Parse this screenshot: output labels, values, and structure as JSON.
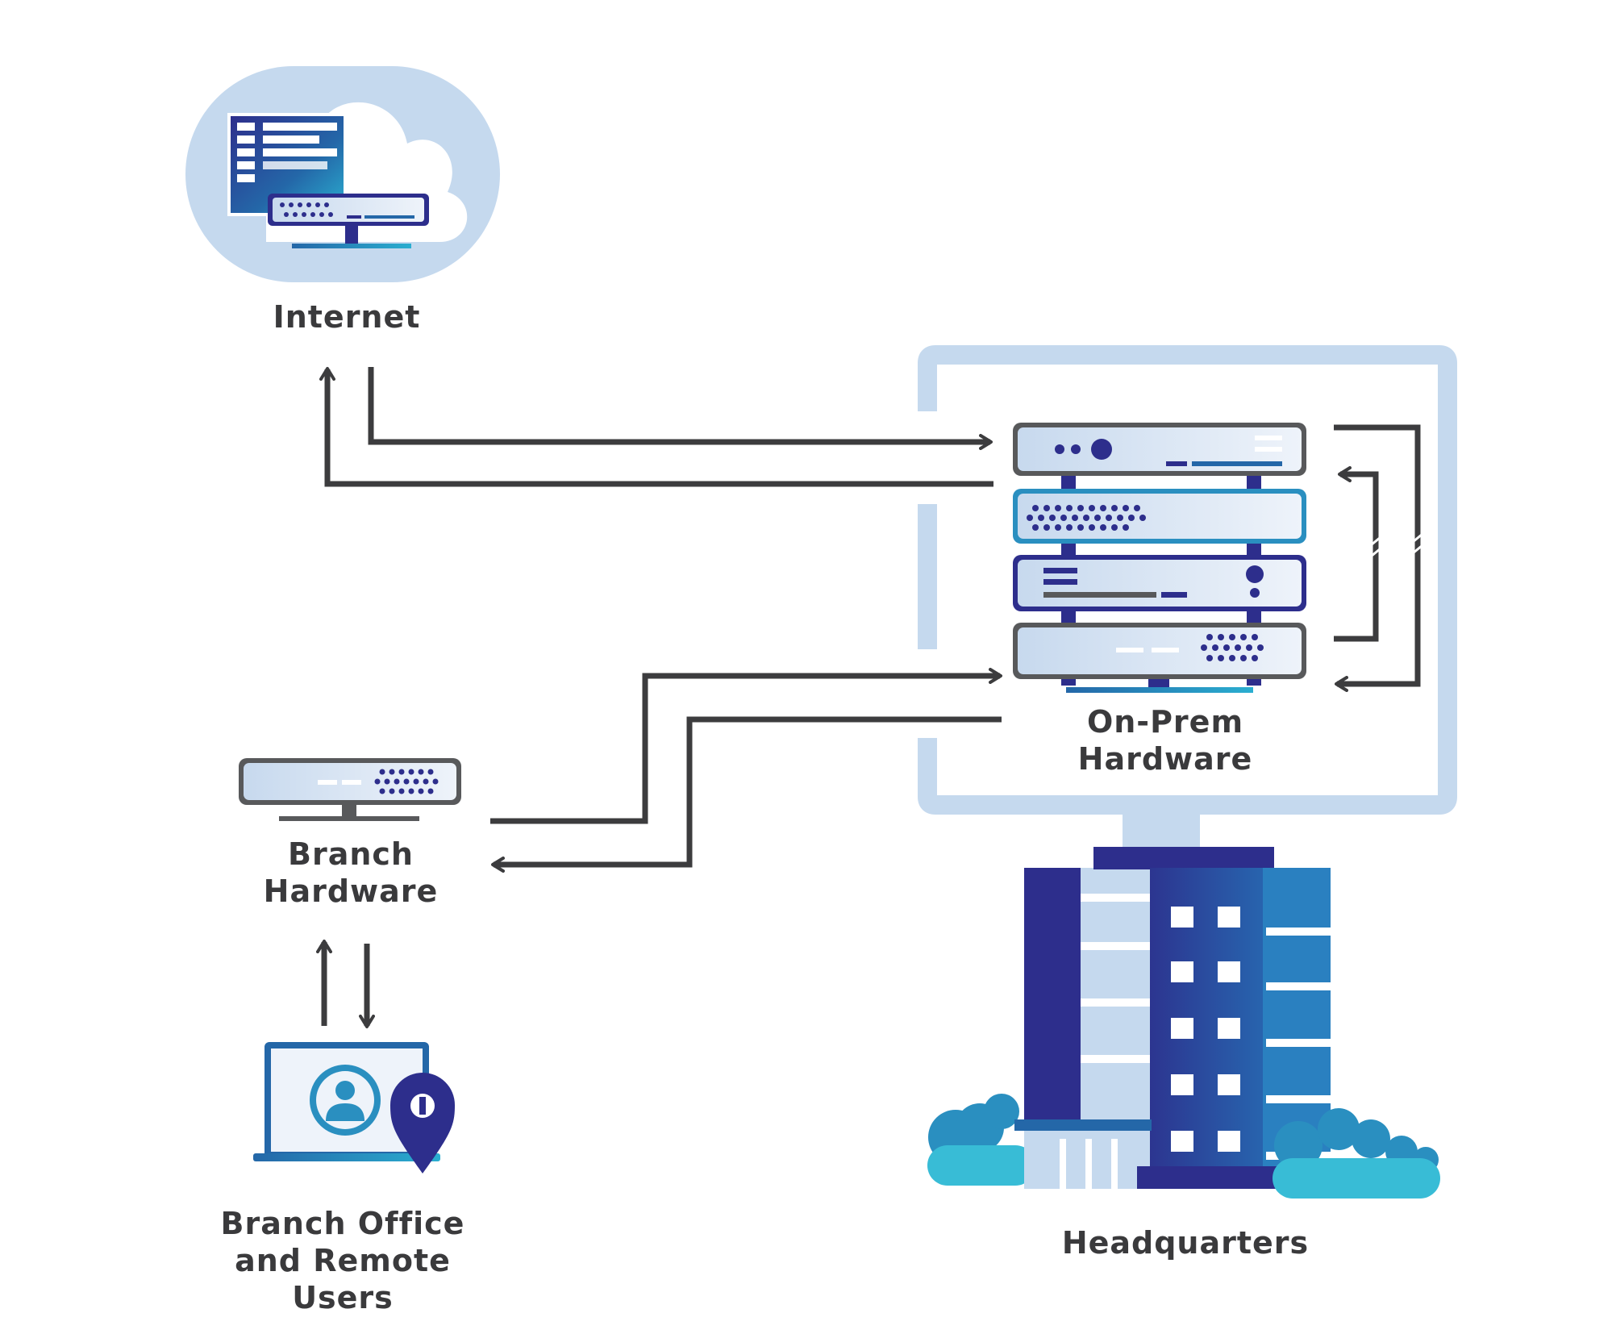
{
  "labels": {
    "internet": "Internet",
    "on_prem_1": "On-Prem",
    "on_prem_2": "Hardware",
    "branch_1": "Branch",
    "branch_2": "Hardware",
    "users_1": "Branch Office",
    "users_2": "and Remote",
    "users_3": "Users",
    "hq": "Headquarters"
  },
  "colors": {
    "label_text": "#3a3a3c",
    "arrow": "#3c3c3e",
    "light_blue": "#c5d9ee",
    "navy": "#2d2e8c",
    "mid_blue": "#2467a8",
    "teal": "#2aaed0",
    "gray_outline": "#58595b"
  },
  "icons": {
    "internet": "cloud-with-monitor-icon",
    "on_prem": "server-rack-icon",
    "branch": "network-appliance-icon",
    "users": "laptop-user-location-icon",
    "hq": "office-building-icon"
  }
}
